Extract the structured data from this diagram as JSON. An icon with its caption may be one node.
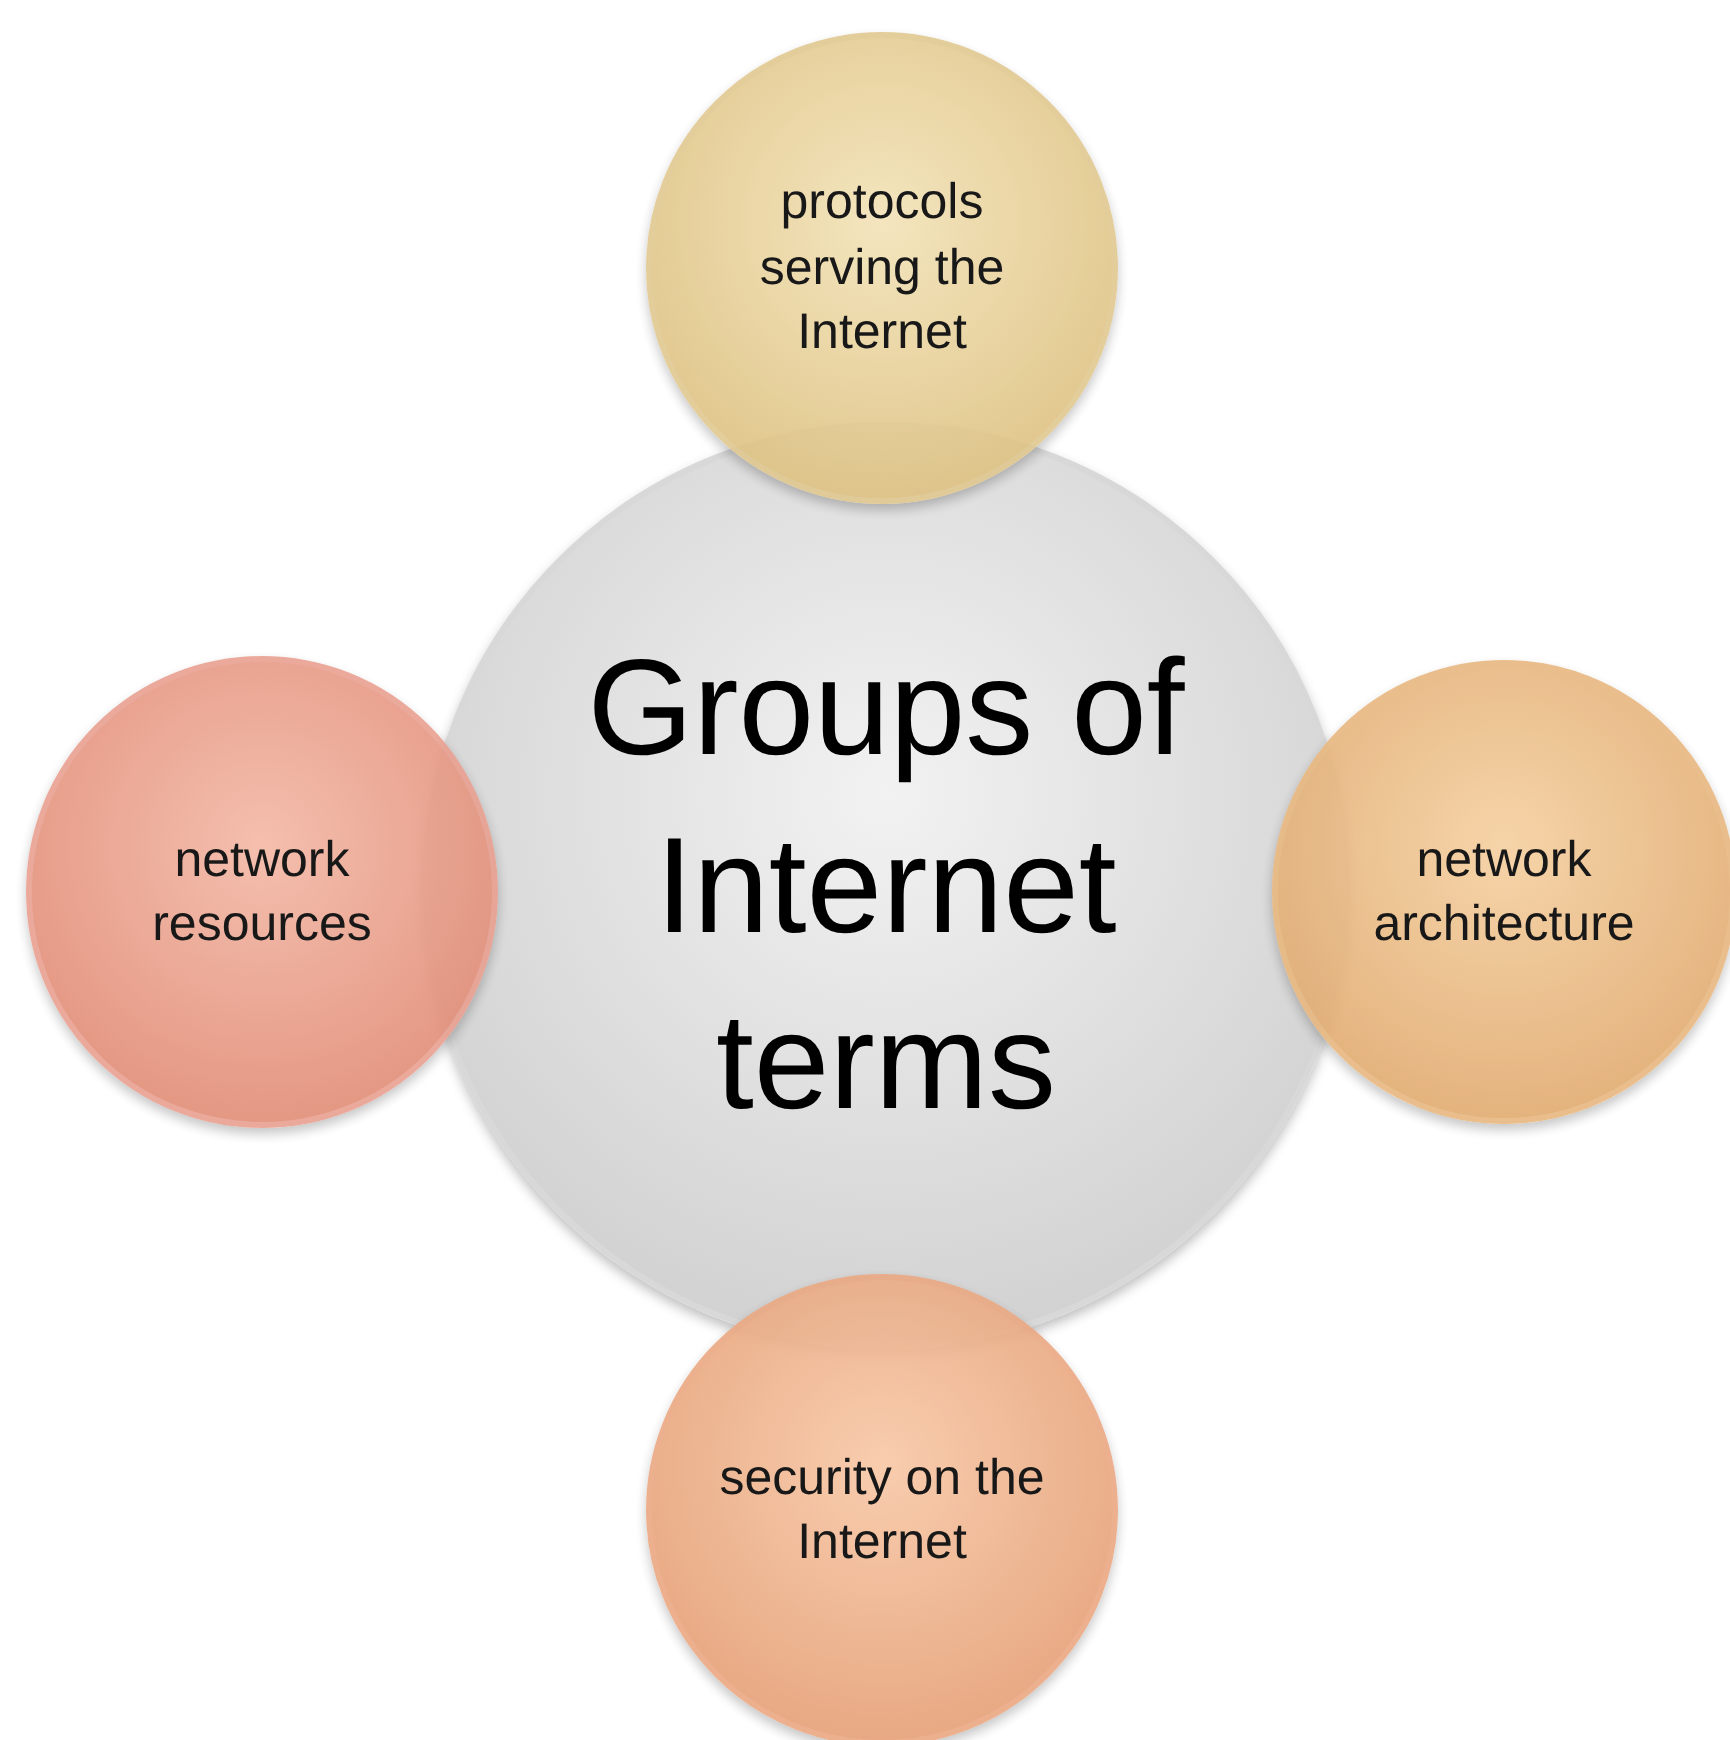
{
  "diagram": {
    "nodes": [
      {
        "text": [
          "protocols serving the Internet"
        ]
      },
      {
        "text": [
          "network resources"
        ]
      },
      {
        "text": [
          "Groups of Internet terms"
        ]
      },
      {
        "text": [
          "network architecture"
        ]
      },
      {
        "text": [
          "security on the Internet"
        ]
      }
    ]
  }
}
